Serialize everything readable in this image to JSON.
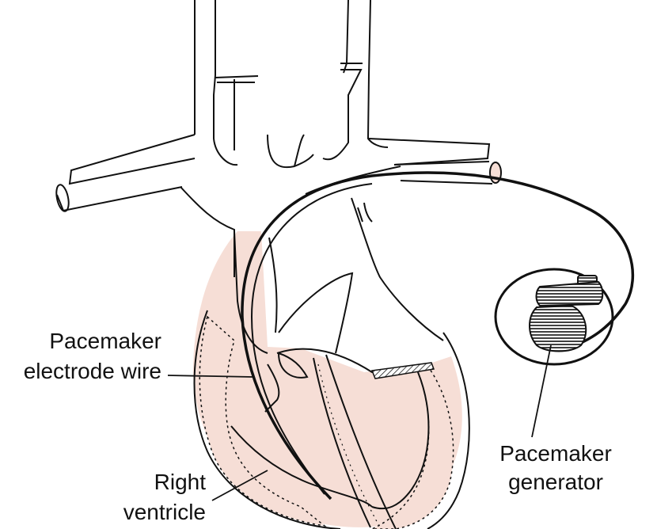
{
  "labels": {
    "electrode_line1": "Pacemaker",
    "electrode_line2": "electrode wire",
    "generator_line1": "Pacemaker",
    "generator_line2": "generator",
    "ventricle_line1": "Right",
    "ventricle_line2": "ventricle"
  },
  "colors": {
    "tissue": "#f6ded6",
    "line": "#111111",
    "background": "#ffffff"
  }
}
